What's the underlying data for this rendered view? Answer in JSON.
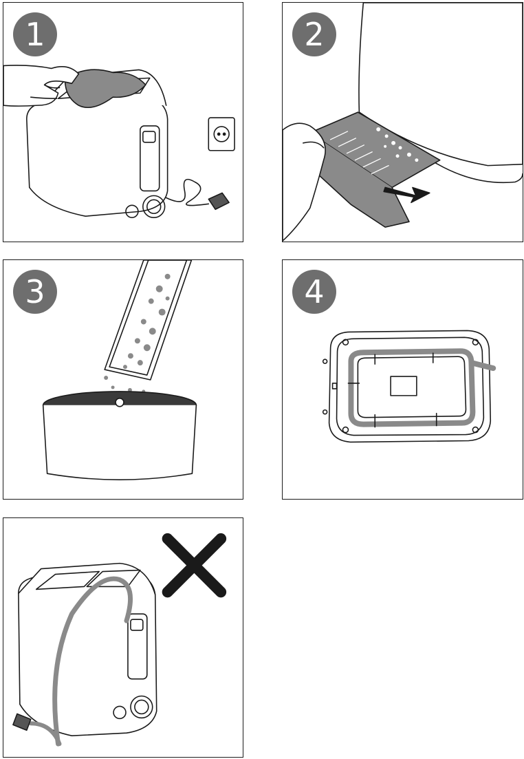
{
  "steps": [
    {
      "number": "1",
      "depicts": "wipe-outside"
    },
    {
      "number": "2",
      "depicts": "remove-crumb-tray"
    },
    {
      "number": "3",
      "depicts": "empty-crumbs"
    },
    {
      "number": "4",
      "depicts": "cord-storage-base"
    }
  ],
  "warning": {
    "mark": "cross",
    "depicts": "do-not-wrap-cord"
  },
  "colors": {
    "line": "#1a1a1a",
    "badge": "#6e6e6e",
    "tray": "#8a8a8a",
    "bin": "#3a3a3a"
  }
}
